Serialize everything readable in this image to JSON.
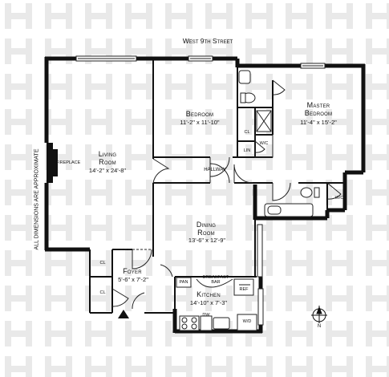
{
  "street": "West 9th Street",
  "side_note": "ALL DIMENSIONS ARE APPROXIMATE",
  "rooms": {
    "living": {
      "name": "Living Room",
      "line1": "Living",
      "line2": "Room",
      "dim": "14'-2\" x 24'-8\""
    },
    "bedroom": {
      "name": "Bedroom",
      "dim": "11'-2\" x 11'-10\""
    },
    "master": {
      "line1": "Master",
      "line2": "Bedroom",
      "dim": "11'-4\" x 15'-2\""
    },
    "dining": {
      "line1": "Dining",
      "line2": "Room",
      "dim": "13'-6\" x 12'-9\""
    },
    "foyer": {
      "name": "Foyer",
      "dim": "5'-6\" x 7'-2\""
    },
    "kitchen": {
      "name": "Kitchen",
      "dim": "14'-10\" x 7'-3\""
    }
  },
  "labels": {
    "fireplace": "FIREPLACE",
    "hallway": "HALLWAY",
    "cl": "CL",
    "lin": "LIN",
    "wic": "W/C",
    "pan": "PAN",
    "breakfast_bar_1": "BREAKFAST",
    "breakfast_bar_2": "BAR",
    "ref": "REF",
    "dw": "DW",
    "wd": "W/D",
    "north": "N"
  },
  "colors": {
    "wall": "#111111",
    "watermark": "#e9e9e9",
    "line": "#222222"
  },
  "icons": {
    "north": "north-arrow-icon",
    "entry": "entry-triangle-icon"
  }
}
